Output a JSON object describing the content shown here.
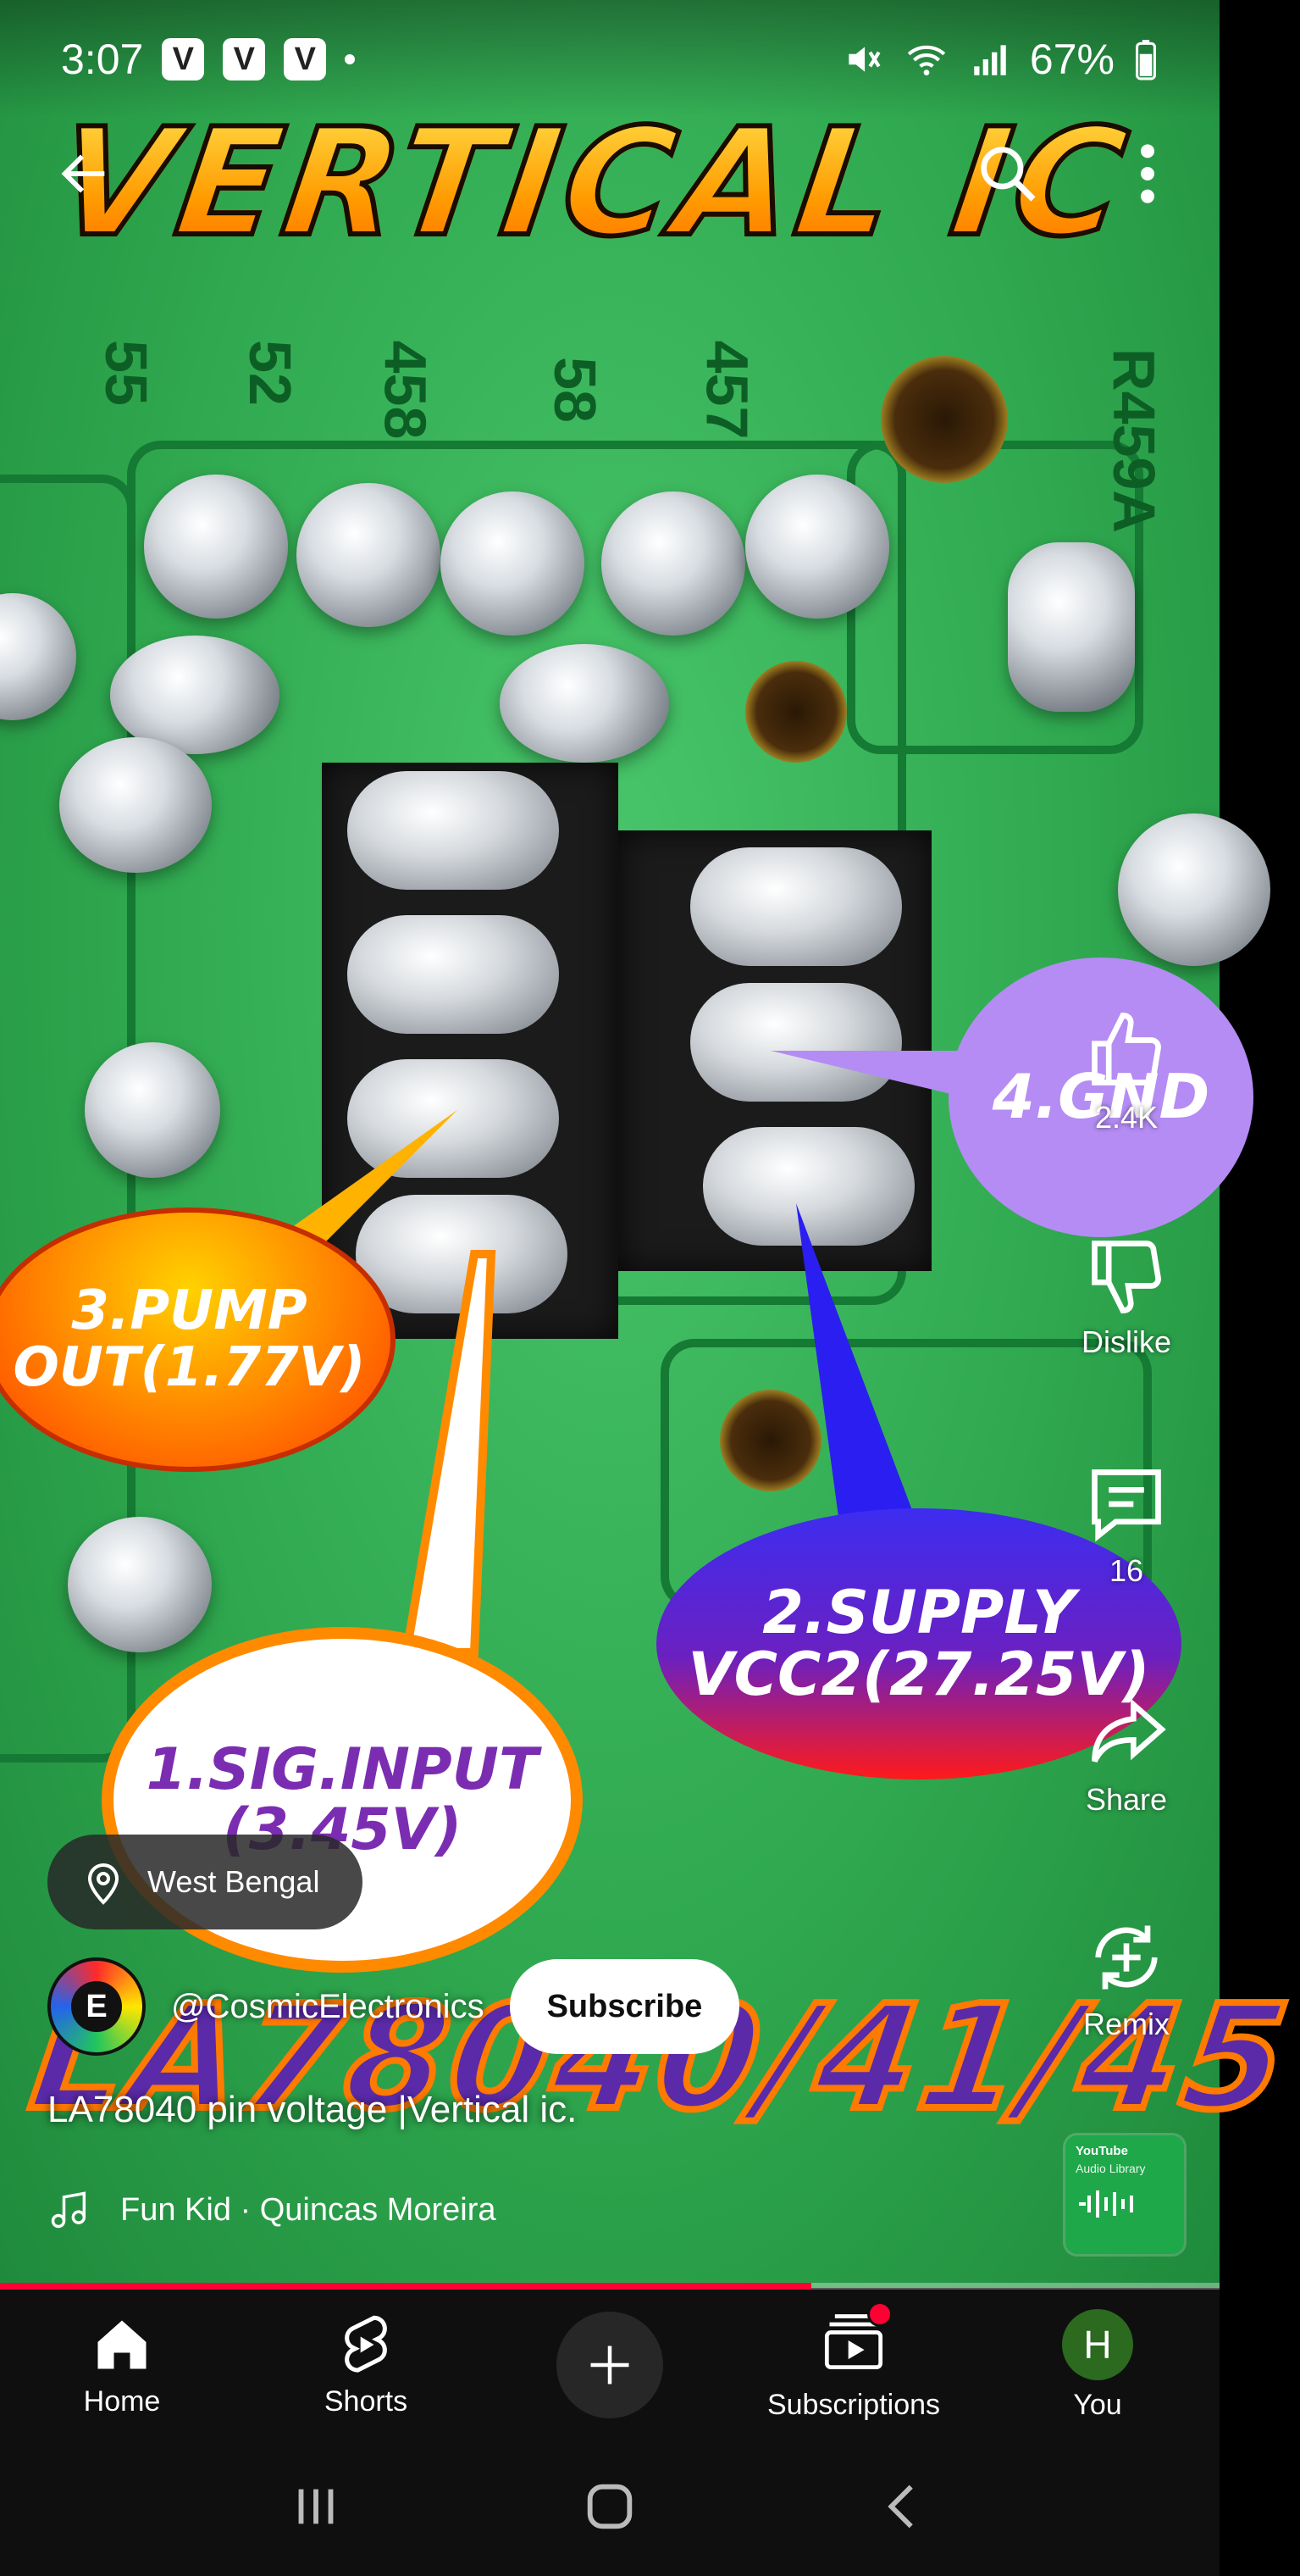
{
  "status_bar": {
    "time": "3:07",
    "notification_badges": [
      "V",
      "V",
      "V"
    ],
    "battery": "67%"
  },
  "video_overlay": {
    "title_art": "VERTICAL IC",
    "callouts": {
      "pump": [
        "3.PUMP",
        "OUT(1.77V)"
      ],
      "input": [
        "1.SIG.INPUT",
        "(3.45V)"
      ],
      "supply": [
        "2.SUPPLY",
        "VCC2(27.25V)"
      ],
      "gnd": "4.GND"
    },
    "bottom_art": "LA78040/41/45",
    "silkscreen": [
      "55",
      "52",
      "458",
      "58",
      "457",
      "R459A"
    ]
  },
  "actions": {
    "like_count": "2.4K",
    "dislike_label": "Dislike",
    "comment_count": "16",
    "share_label": "Share",
    "remix_label": "Remix"
  },
  "location": {
    "label": "West Bengal"
  },
  "channel": {
    "handle": "@CosmicElectronics",
    "avatar_letter": "E",
    "subscribe_label": "Subscribe"
  },
  "video": {
    "title": "LA78040 pin voltage |Vertical ic.",
    "progress": 0.665
  },
  "music": {
    "track": "Fun Kid · Quincas Moreira"
  },
  "audio_library": {
    "line1": "YouTube",
    "line2": "Audio Library"
  },
  "bottom_nav": {
    "home": "Home",
    "shorts": "Shorts",
    "subscriptions": "Subscriptions",
    "you": "You",
    "you_avatar_letter": "H"
  },
  "colors": {
    "accent": "#ff0033",
    "nav_bg": "#0f0f0f",
    "pcb_green": "#2fa84f"
  }
}
